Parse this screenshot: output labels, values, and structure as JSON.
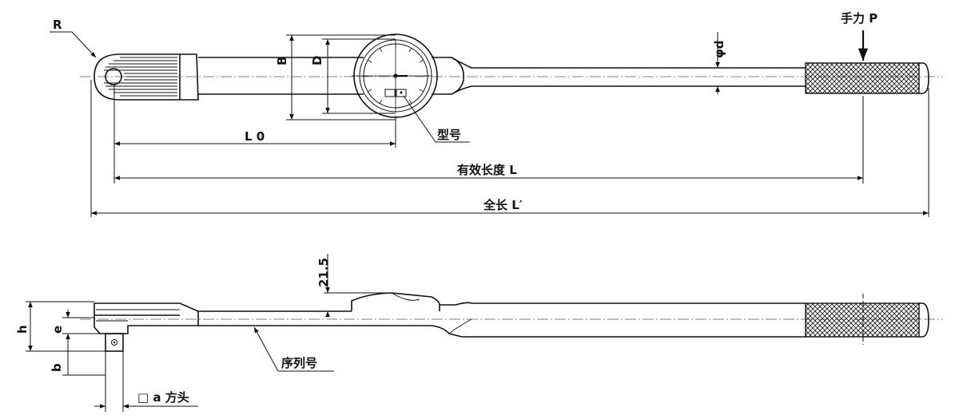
{
  "labels": {
    "radius": "R",
    "hand_force": "手力 P",
    "phi_d": "φd",
    "dim_b_top": "B",
    "dim_d_top": "D",
    "model_no": "型号",
    "l0": "L 0",
    "effective_length": "有效长度 L",
    "overall_length": "全长 L′",
    "height_21_5": "21.5",
    "dim_h": "h",
    "dim_e": "e",
    "dim_b_side": "b",
    "serial_no": "序列号",
    "square_drive": "□ a  方头"
  }
}
